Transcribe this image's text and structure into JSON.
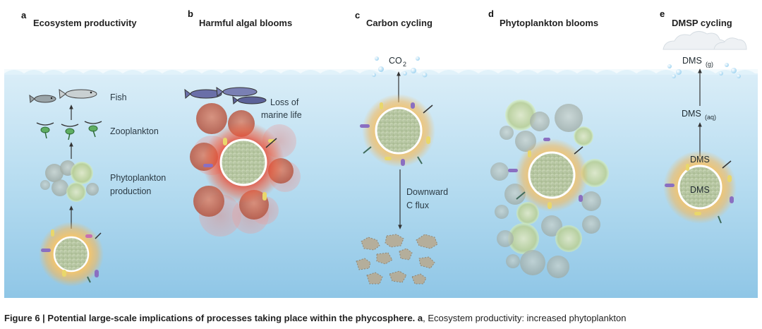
{
  "panels": [
    {
      "letter": "a",
      "title": "Ecosystem productivity"
    },
    {
      "letter": "b",
      "title": "Harmful algal blooms"
    },
    {
      "letter": "c",
      "title": "Carbon cycling"
    },
    {
      "letter": "d",
      "title": "Phytoplankton blooms"
    },
    {
      "letter": "e",
      "title": "DMSP cycling"
    }
  ],
  "labels": {
    "fish": "Fish",
    "zooplankton": "Zooplankton",
    "phyto_line1": "Phytoplankton",
    "phyto_line2": "production",
    "loss_line1": "Loss of",
    "loss_line2": "marine life",
    "co2_main": "CO",
    "co2_sub": "2",
    "downward_line1": "Downward",
    "downward_line2": "C flux",
    "dms_g_main": "DMS",
    "dms_g_sub": "(g)",
    "dms_aq_main": "DMS",
    "dms_aq_sub": "(aq)",
    "dms_cell_top": "DMS",
    "dms_cell_inner": "DMS"
  },
  "caption": {
    "bold": "Figure 6 | Potential large-scale implications of processes taking place within the phycosphere.",
    "bold_letter": "a",
    "rest": ", Ecosystem productivity: increased phytoplankton"
  },
  "colors": {
    "sky": "#ffffff",
    "water_top": "#dbeef8",
    "water_bottom": "#8fc6e6",
    "halo": "#f3b85a",
    "red_halo": "#e8402c",
    "green_cell": "#c9dca6",
    "grey_cell": "#b8c3bd"
  }
}
